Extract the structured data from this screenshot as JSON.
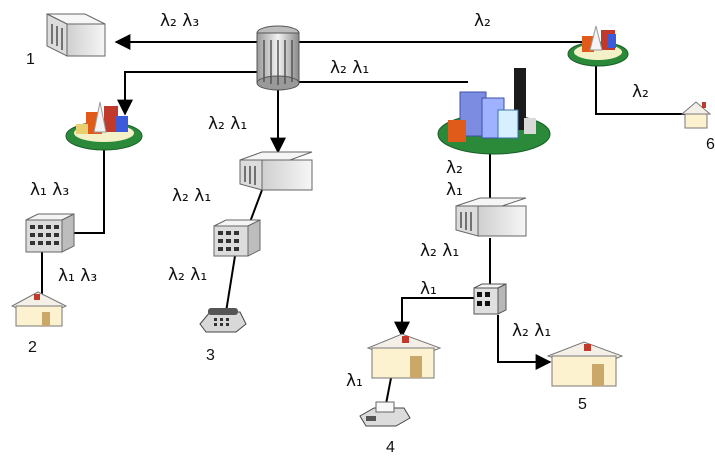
{
  "nodes": {
    "n1": "1",
    "n2": "2",
    "n3": "3",
    "n4": "4",
    "n5": "5",
    "n6": "6"
  },
  "links": {
    "hub_to_1": "λ₂ λ₃",
    "hub_to_6_top": "λ₂",
    "hub_to_city": "λ₂ λ₁",
    "hub_to_3": "λ₂ λ₁",
    "campus6_to_6": "λ₂",
    "campus_to_office2": "λ₁ λ₃",
    "office2_to_2": "λ₁ λ₃",
    "office3_to_3a": "λ₂ λ₁",
    "office3_to_3b": "λ₂ λ₁",
    "city_to_office4_a": "λ₂",
    "city_to_office4_b": "λ₁",
    "office4_to_switch": "λ₂ λ₁",
    "switch_to_4": "λ₁",
    "switch_to_5": "λ₂ λ₁",
    "house4_to_fax": "λ₁"
  },
  "icons": [
    "bank-building-icon",
    "hub-icon",
    "campus-icon",
    "city-icon",
    "office-building-icon",
    "switch-icon",
    "house-icon",
    "phone-icon",
    "fax-icon"
  ],
  "colors": {
    "line": "#000000",
    "house_wall": "#fdf2d0",
    "house_roof": "#f4f0e8",
    "campus_ground": "#2a8a3a",
    "building_gray": "#e8e8e8"
  }
}
